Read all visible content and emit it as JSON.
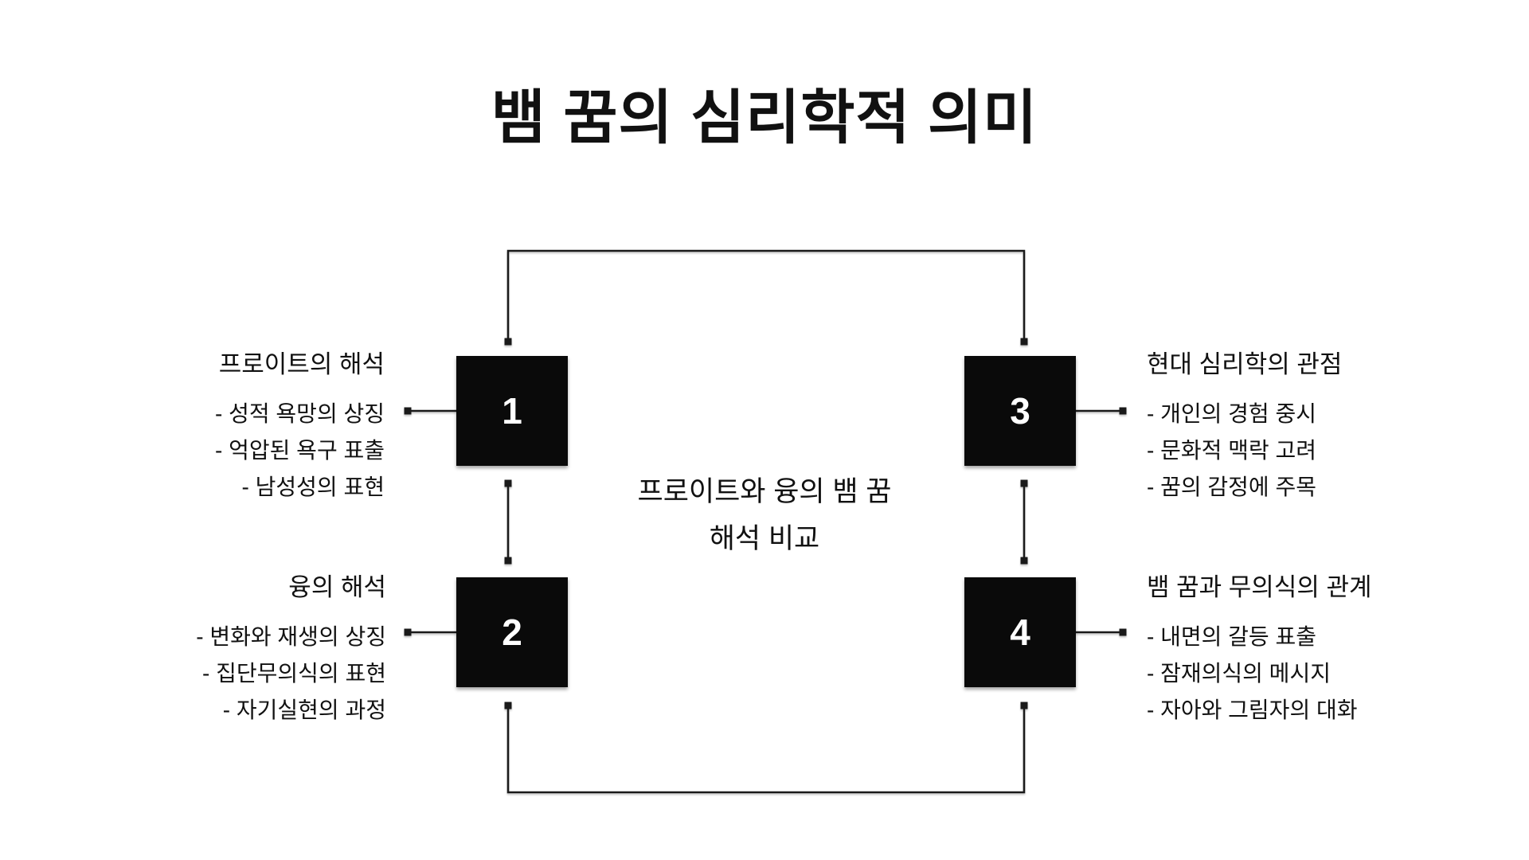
{
  "title": "뱀 꿈의 심리학적 의미",
  "center_caption": {
    "line1": "프로이트와 융의 뱀 꿈",
    "line2": "해석 비교"
  },
  "nodes": [
    {
      "number": "1",
      "heading": "프로이트의 해석",
      "items": [
        "- 성적 욕망의 상징",
        "- 억압된 욕구 표출",
        "- 남성성의 표현"
      ]
    },
    {
      "number": "2",
      "heading": "융의 해석",
      "items": [
        "- 변화와 재생의 상징",
        "- 집단무의식의 표현",
        "- 자기실현의 과정"
      ]
    },
    {
      "number": "3",
      "heading": "현대 심리학의 관점",
      "items": [
        "- 개인의 경험 중시",
        "- 문화적 맥락 고려",
        "- 꿈의 감정에 주목"
      ]
    },
    {
      "number": "4",
      "heading": "뱀 꿈과 무의식의 관계",
      "items": [
        "- 내면의 갈등 표출",
        "- 잠재의식의 메시지",
        "- 자아와 그림자의 대화"
      ]
    }
  ],
  "colors": {
    "background": "#ffffff",
    "text": "#111111",
    "box_fill": "#0a0a0a",
    "box_number": "#ffffff",
    "connector": "#1a1a1a"
  }
}
